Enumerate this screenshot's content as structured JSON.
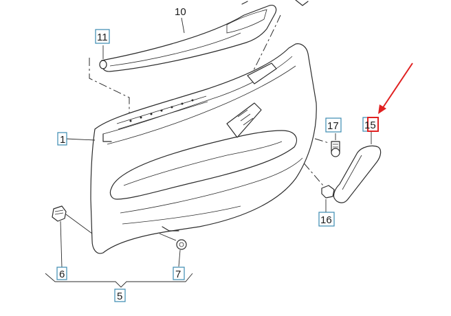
{
  "diagram": {
    "callouts": [
      {
        "id": "c10",
        "label": "10",
        "boxed": false
      },
      {
        "id": "c11",
        "label": "11",
        "boxed": true
      },
      {
        "id": "c1",
        "label": "1",
        "boxed": true
      },
      {
        "id": "c17",
        "label": "17",
        "boxed": true
      },
      {
        "id": "c15",
        "label": "15",
        "boxed": true
      },
      {
        "id": "c16",
        "label": "16",
        "boxed": true
      },
      {
        "id": "c6",
        "label": "6",
        "boxed": true
      },
      {
        "id": "c7",
        "label": "7",
        "boxed": true
      },
      {
        "id": "c5",
        "label": "5",
        "boxed": true
      }
    ],
    "highlight": {
      "target": "15",
      "color": "#e02020"
    },
    "colors": {
      "callout_border": "#3a8ab0",
      "line": "#2a2a2a",
      "arrow": "#e02020"
    }
  }
}
